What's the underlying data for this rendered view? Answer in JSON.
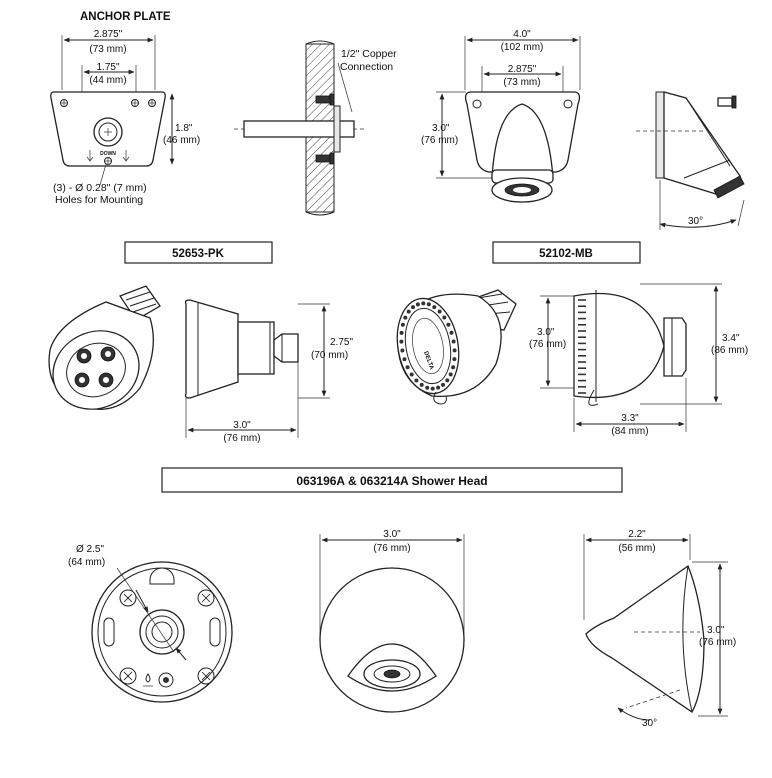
{
  "anchor_plate": {
    "title": "ANCHOR PLATE",
    "width_in": "2.875\"",
    "width_mm": "(73 mm)",
    "inner_in": "1.75\"",
    "inner_mm": "(44 mm)",
    "height_in": "1.8\"",
    "height_mm": "(46 mm)",
    "holes_line1": "(3) - Ø 0.28\" (7 mm)",
    "holes_line2": "Holes for Mounting",
    "down_label": "DOWN"
  },
  "copper": {
    "line1": "1/2\" Copper",
    "line2": "Connection"
  },
  "head_52102": {
    "width_in": "4.0\"",
    "width_mm": "(102 mm)",
    "inner_in": "2.875\"",
    "inner_mm": "(73 mm)",
    "height_in": "3.0\"",
    "height_mm": "(76 mm)",
    "angle": "30°"
  },
  "labels": {
    "pk": "52653-PK",
    "mb": "52102-MB",
    "shower": "063196A & 063214A Shower Head"
  },
  "head_pk": {
    "height_in": "2.75\"",
    "height_mm": "(70 mm)",
    "depth_in": "3.0\"",
    "depth_mm": "(76 mm)"
  },
  "head_multi": {
    "front_h_in": "3.0\"",
    "front_h_mm": "(76 mm)",
    "side_h_in": "3.4\"",
    "side_h_mm": "(86 mm)",
    "depth_in": "3.3\"",
    "depth_mm": "(84 mm)",
    "brand": "DELTA"
  },
  "bottom": {
    "dia_in": "Ø 2.5\"",
    "dia_mm": "(64 mm)",
    "front_w_in": "3.0\"",
    "front_w_mm": "(76 mm)",
    "side_w_in": "2.2\"",
    "side_w_mm": "(56 mm)",
    "side_h_in": "3.0\"",
    "side_h_mm": "(76 mm)",
    "angle": "30°"
  }
}
